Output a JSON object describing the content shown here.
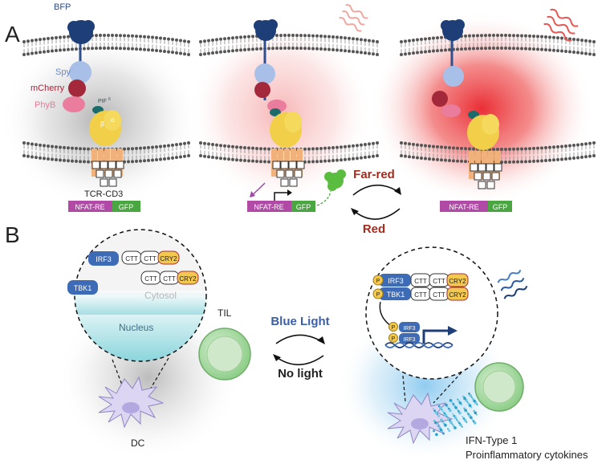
{
  "panel_a": {
    "label": "A",
    "stage1": {
      "labels": {
        "bfp": "BFP",
        "spy": "Spy",
        "mcherry": "mCherry",
        "phyb": "PhyB",
        "pif": "PIF",
        "pif_sup": "6",
        "beta": "β",
        "alpha": "α",
        "tcr": "TCR-CD3"
      },
      "reporter": {
        "nfat": "NFAT-RE",
        "gfp": "GFP"
      }
    },
    "stage2": {
      "reporter": {
        "nfat": "NFAT-RE",
        "gfp": "GFP"
      }
    },
    "stage3": {
      "reporter": {
        "nfat": "NFAT-RE",
        "gfp": "GFP"
      }
    },
    "switch": {
      "far_red": "Far-red",
      "red": "Red"
    }
  },
  "panel_b": {
    "label": "B",
    "left": {
      "irf3": "IRF3",
      "tbk1": "TBK1",
      "ctt": "CTT",
      "cry2": "CRY2",
      "cytosol": "Cytosol",
      "nucleus": "Nucleus",
      "dc": "DC",
      "til": "TIL"
    },
    "switch": {
      "blue": "Blue Light",
      "none": "No light"
    },
    "right": {
      "irf3": "IRF3",
      "tbk1": "TBK1",
      "p": "P",
      "ctt": "CTT",
      "cry2": "CRY2",
      "out1": "IFN-Type 1",
      "out2": "Proinflammatory cytokines"
    }
  },
  "colors": {
    "nfat": "#b04aa6",
    "gfp": "#4aa641",
    "far_red": "#a52a1c",
    "blue_light": "#3b5fa8",
    "protein_blue": "#3d6bb5",
    "cry2": "#f3c84e"
  }
}
